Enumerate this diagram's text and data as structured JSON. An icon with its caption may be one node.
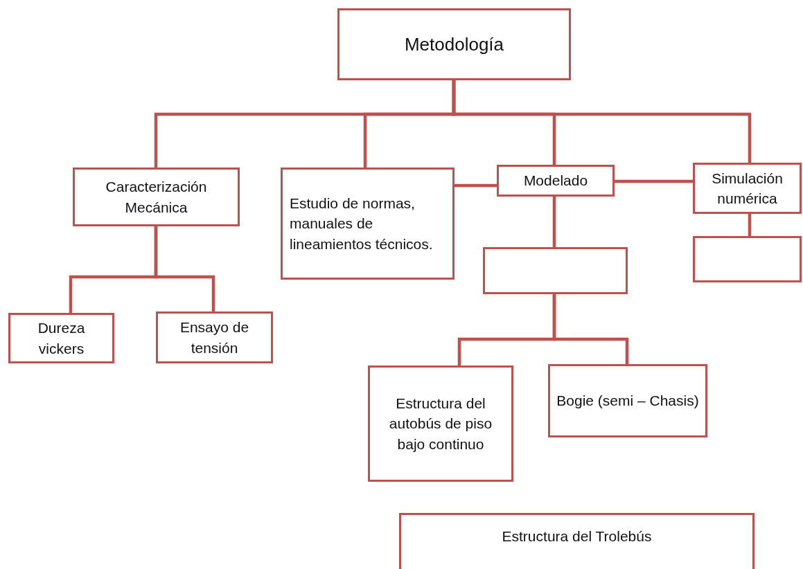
{
  "diagram": {
    "nodes": [
      {
        "text": [
          "Metodología"
        ]
      },
      {
        "text": [
          "Caracterización Mecánica"
        ]
      },
      {
        "text": [
          "Estudio de normas, manuales de lineamientos técnicos."
        ]
      },
      {
        "text": [
          "Modelado"
        ]
      },
      {
        "text": [
          "Simulación numérica"
        ]
      },
      {
        "text": [],
        "shape": "box"
      },
      {
        "text": [],
        "shape": "box"
      },
      {
        "text": [
          "Dureza vickers"
        ]
      },
      {
        "text": [
          "Ensayo de tensión"
        ]
      },
      {
        "text": [
          "Estructura del autobús de piso bajo continuo"
        ]
      },
      {
        "text": [
          "Bogie (semi – Chasis)"
        ]
      },
      {
        "text": [
          "Estructura del Trolebús"
        ]
      }
    ],
    "edges": [
      {
        "from": 0,
        "to": 1,
        "arrow": "none"
      },
      {
        "from": 0,
        "to": 2,
        "arrow": "none"
      },
      {
        "from": 0,
        "to": 3,
        "arrow": "none"
      },
      {
        "from": 0,
        "to": 4,
        "arrow": "none"
      },
      {
        "from": 2,
        "to": 3,
        "arrow": "none"
      },
      {
        "from": 3,
        "to": 4,
        "arrow": "none"
      },
      {
        "from": 3,
        "to": 5,
        "arrow": "none"
      },
      {
        "from": 4,
        "to": 6,
        "arrow": "none"
      },
      {
        "from": 1,
        "to": 7,
        "arrow": "none"
      },
      {
        "from": 1,
        "to": 8,
        "arrow": "none"
      },
      {
        "from": 5,
        "to": 9,
        "arrow": "none"
      },
      {
        "from": 5,
        "to": 10,
        "arrow": "none"
      }
    ]
  }
}
